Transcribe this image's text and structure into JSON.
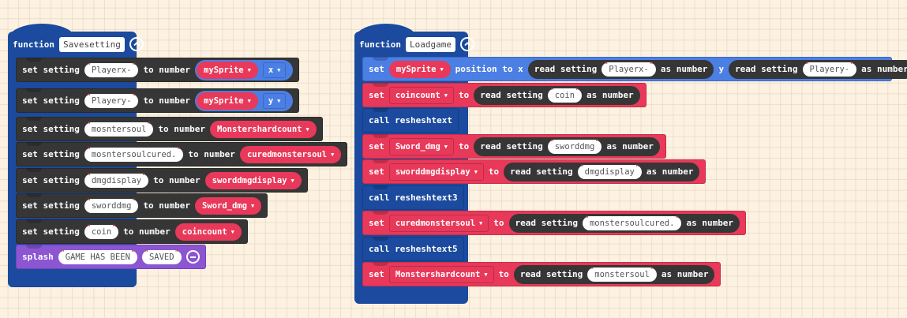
{
  "workspace": {
    "grid": true,
    "colors": {
      "background": "#fdf2e1",
      "function_block": "#1b4a9e",
      "settings_block": "#363636",
      "variable_block": "#e8395a",
      "sprite_block": "#4b7fe4",
      "game_block": "#8c55d2"
    }
  },
  "save_function": {
    "keyword": "function",
    "name": "Savesetting",
    "collapse_icon": "chevron-up-circle-icon",
    "statements": [
      {
        "prefix": "set setting",
        "key": "Playerx-",
        "mid": "to number",
        "var": "mySprite",
        "prop": "x"
      },
      {
        "prefix": "set setting",
        "key": "Playery-",
        "mid": "to number",
        "var": "mySprite",
        "prop": "y"
      },
      {
        "prefix": "set setting",
        "key": "mosntersoul",
        "mid": "to number",
        "var": "Monstershardcount"
      },
      {
        "prefix": "set setting",
        "key": "mosntersoulcured.",
        "mid": "to number",
        "var": "curedmonstersoul"
      },
      {
        "prefix": "set setting",
        "key": "dmgdisplay",
        "mid": "to number",
        "var": "sworddmgdisplay"
      },
      {
        "prefix": "set setting",
        "key": "sworddmg",
        "mid": "to number",
        "var": "Sword_dmg"
      },
      {
        "prefix": "set setting",
        "key": "coin",
        "mid": "to number",
        "var": "coincount"
      }
    ],
    "splash": {
      "keyword": "splash",
      "line1": "GAME HAS BEEN",
      "line2": "SAVED",
      "remove_icon": "minus-circle-icon"
    }
  },
  "load_function": {
    "keyword": "function",
    "name": "Loadgame",
    "collapse_icon": "chevron-up-circle-icon",
    "position_stmt": {
      "set": "set",
      "var": "mySprite",
      "mid": "position to x",
      "read": "read setting",
      "key_x": "Playerx-",
      "as": "as number",
      "y": "y",
      "key_y": "Playery-"
    },
    "statements": [
      {
        "type": "set",
        "set": "set",
        "var": "coincount",
        "to": "to",
        "read": "read setting",
        "key": "coin",
        "as": "as number"
      },
      {
        "type": "call",
        "label": "call resheshtext"
      },
      {
        "type": "set",
        "set": "set",
        "var": "Sword_dmg",
        "to": "to",
        "read": "read setting",
        "key": "sworddmg",
        "as": "as number"
      },
      {
        "type": "set",
        "set": "set",
        "var": "sworddmgdisplay",
        "to": "to",
        "read": "read setting",
        "key": "dmgdisplay",
        "as": "as number"
      },
      {
        "type": "call",
        "label": "call resheshtext3"
      },
      {
        "type": "set",
        "set": "set",
        "var": "curedmonstersoul",
        "to": "to",
        "read": "read setting",
        "key": "monstersoulcured.",
        "as": "as number"
      },
      {
        "type": "call",
        "label": "call resheshtext5"
      },
      {
        "type": "set",
        "set": "set",
        "var": "Monstershardcount",
        "to": "to",
        "read": "read setting",
        "key": "monstersoul",
        "as": "as number"
      }
    ]
  }
}
